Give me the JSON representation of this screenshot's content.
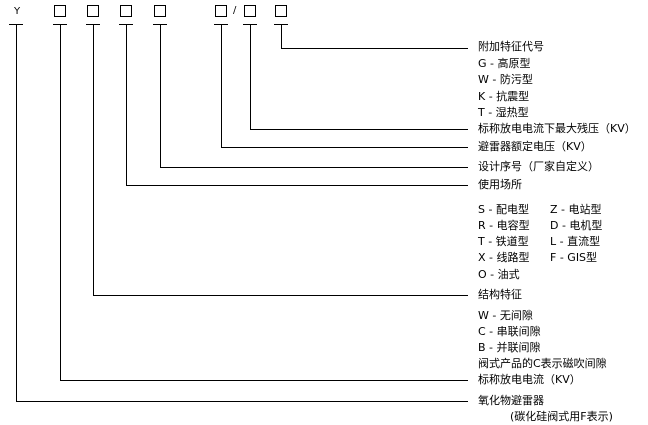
{
  "code": {
    "prefix": "Y",
    "slash": "/"
  },
  "labels": {
    "additional_feature": "附加特征代号",
    "g_plateau": "G - 高原型",
    "w_antifouling": "W - 防污型",
    "k_antiseismic": "K - 抗震型",
    "t_humid_tropical": "T - 湿热型",
    "residual_voltage": "标称放电电流下最大残压（KV）",
    "rated_voltage": "避雷器额定电压（KV）",
    "design_serial": "设计序号（厂家自定义）",
    "usage_location": "使用场所",
    "s_distribution": "S - 配电型",
    "z_station": "Z - 电站型",
    "r_capacitor": "R - 电容型",
    "d_motor": "D - 电机型",
    "t_railway": "T - 铁道型",
    "l_dc": "L - 直流型",
    "x_line": "X - 线路型",
    "f_gis": "F - GIS型",
    "o_oil": "O - 油式",
    "structure_feature": "结构特征",
    "w_gapless": "W - 无间隙",
    "c_series_gap": "C - 串联间隙",
    "b_parallel_gap": "B - 并联间隙",
    "valve_note": "阀式产品的C表示磁吹间隙",
    "nominal_current": "标称放电电流（KV）",
    "zinc_oxide": "氧化物避雷器",
    "silicon_carbide": "(碳化硅阀式用F表示)"
  }
}
